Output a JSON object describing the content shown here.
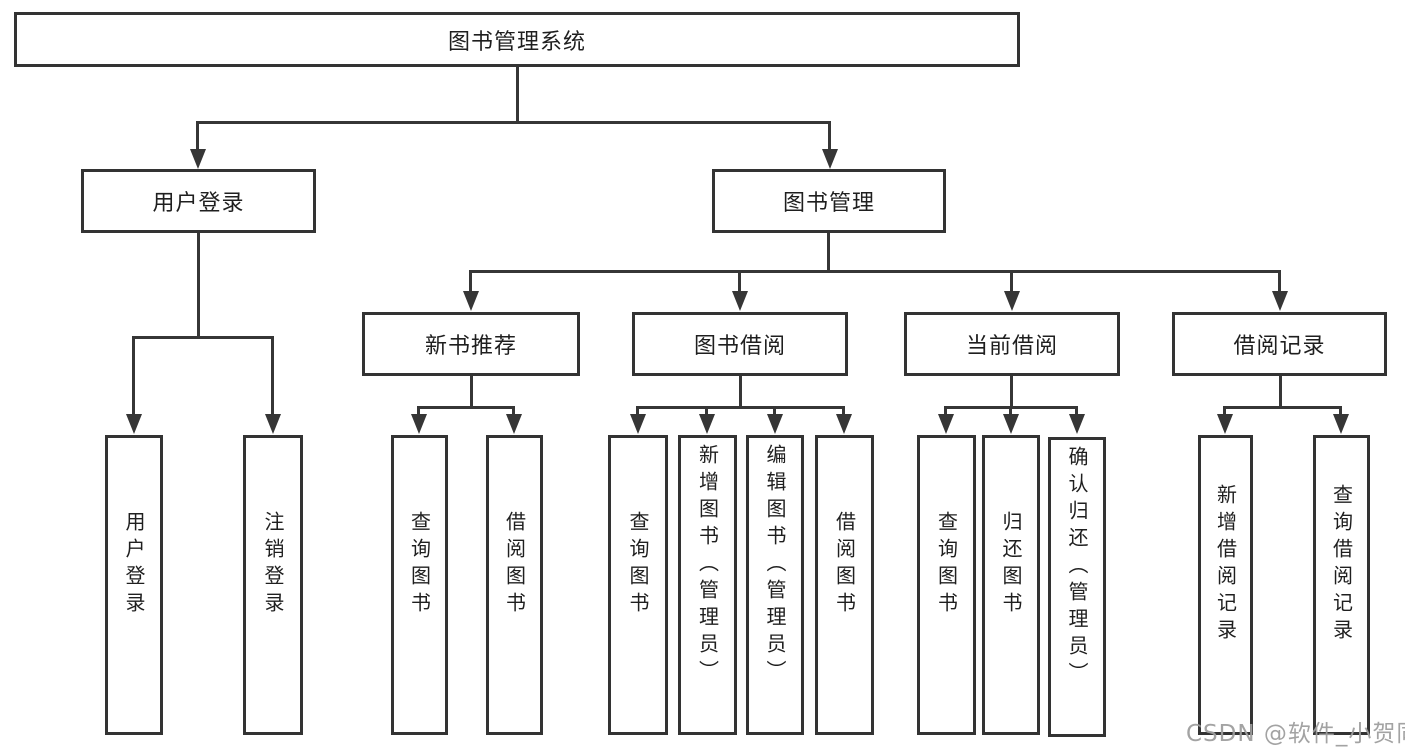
{
  "colors": {
    "line": "#363636",
    "box_border": "#333333",
    "text": "#1f1f1f",
    "watermark": "#9e9e9e",
    "background": "#ffffff"
  },
  "watermark": {
    "text": "CSDN @软件_小贺同学"
  },
  "tree": {
    "root": {
      "label": "图书管理系统"
    },
    "children": [
      {
        "label": "用户登录",
        "children": [
          {
            "label": "用户登录"
          },
          {
            "label": "注销登录"
          }
        ]
      },
      {
        "label": "图书管理",
        "children": [
          {
            "label": "新书推荐",
            "children": [
              {
                "label": "查询图书"
              },
              {
                "label": "借阅图书"
              }
            ]
          },
          {
            "label": "图书借阅",
            "children": [
              {
                "label": "查询图书"
              },
              {
                "label": "新增图书（管理员）"
              },
              {
                "label": "编辑图书（管理员）"
              },
              {
                "label": "借阅图书"
              }
            ]
          },
          {
            "label": "当前借阅",
            "children": [
              {
                "label": "查询图书"
              },
              {
                "label": "归还图书"
              },
              {
                "label": "确认归还（管理员）"
              }
            ]
          },
          {
            "label": "借阅记录",
            "children": [
              {
                "label": "新增借阅记录"
              },
              {
                "label": "查询借阅记录"
              }
            ]
          }
        ]
      }
    ]
  }
}
